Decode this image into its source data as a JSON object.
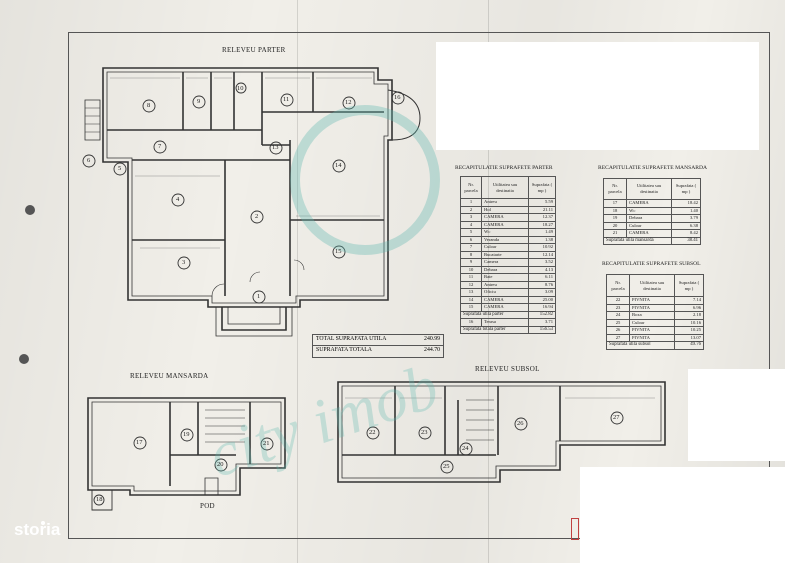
{
  "plans": {
    "parter_title": "RELEVEU PARTER",
    "mansarda_title": "RELEVEU MANSARDA",
    "subsol_title": "RELEVEU SUBSOL",
    "pod_label": "POD",
    "parter_rooms": [
      "1",
      "2",
      "3",
      "4",
      "5",
      "6",
      "7",
      "8",
      "9",
      "10",
      "11",
      "12",
      "13",
      "14",
      "15",
      "16"
    ],
    "mansarda_rooms": [
      "17",
      "18",
      "19",
      "20",
      "21"
    ],
    "subsol_rooms": [
      "22",
      "23",
      "24",
      "25",
      "26",
      "27"
    ]
  },
  "totals": {
    "utila_label": "TOTAL SUPRAFATA UTILA",
    "utila_value": "240.99",
    "totala_label": "SUPRAFATA TOTALA",
    "totala_value": "244.70"
  },
  "parter_table": {
    "title": "RECAPITULATIE SUPRAFETE PARTER",
    "headers": [
      "Nr. parcela",
      "Utilitatea sau destinatia",
      "Suprafata ( mp )"
    ],
    "rows": [
      [
        "1",
        "Antreu",
        "5.59"
      ],
      [
        "2",
        "Hol",
        "21.11"
      ],
      [
        "3",
        "CAMERA",
        "12.37"
      ],
      [
        "4",
        "CAMERA",
        "18.27"
      ],
      [
        "5",
        "Wc",
        "1.49"
      ],
      [
        "6",
        "Veranda",
        "1.38"
      ],
      [
        "7",
        "Culoar",
        "10.92"
      ],
      [
        "8",
        "Bucatarie",
        "12.14"
      ],
      [
        "9",
        "Camera",
        "3.52"
      ],
      [
        "10",
        "Debara",
        "4.13"
      ],
      [
        "11",
        "Baie",
        "6.11"
      ],
      [
        "12",
        "Antreu",
        "8.76"
      ],
      [
        "13",
        "Oficiu",
        "3.09"
      ],
      [
        "14",
        "CAMERA",
        "25.00"
      ],
      [
        "15",
        "CAMERA",
        "16.94"
      ]
    ],
    "sum_util_label": "Suprafata utila parter",
    "sum_util_value": "152.82",
    "extra_row": [
      "16",
      "Terasa",
      "3.71"
    ],
    "sum_total_label": "Suprafata totala parter",
    "sum_total_value": "156.53"
  },
  "mansarda_table": {
    "title": "RECAPITULATIE SUPRAFETE MANSARDA",
    "headers": [
      "Nr. parcela",
      "Utilitatea sau destinatia",
      "Suprafata ( mp )"
    ],
    "rows": [
      [
        "17",
        "CAMERA",
        "18.42"
      ],
      [
        "18",
        "Wc",
        "1.40"
      ],
      [
        "19",
        "Debara",
        "3.79"
      ],
      [
        "20",
        "Culoar",
        "6.38"
      ],
      [
        "21",
        "CAMERA",
        "8.42"
      ]
    ],
    "sum_label": "Suprafata utila mansarda",
    "sum_value": "38.41"
  },
  "subsol_table": {
    "title": "RECAPITULATIE SUPRAFETE SUBSOL",
    "headers": [
      "Nr. parcela",
      "Utilitatea sau destinatia",
      "Suprafata ( mp )"
    ],
    "rows": [
      [
        "22",
        "PIVNITA",
        "7.14"
      ],
      [
        "23",
        "PIVNITA",
        "6.96"
      ],
      [
        "24",
        "Boxa",
        "2.18"
      ],
      [
        "25",
        "Culoar",
        "10.16"
      ],
      [
        "26",
        "PIVNITA",
        "10.25"
      ],
      [
        "27",
        "PIVNITA",
        "13.07"
      ]
    ],
    "sum_label": "Suprafata utila subsol",
    "sum_value": "49.76"
  },
  "brand": {
    "logo_text": "storia",
    "watermark_text": "city imob"
  },
  "colors": {
    "paper": "#f1efe9",
    "ink": "#333333",
    "watermark": "#5fb8b0",
    "background": "#6b4a33"
  }
}
